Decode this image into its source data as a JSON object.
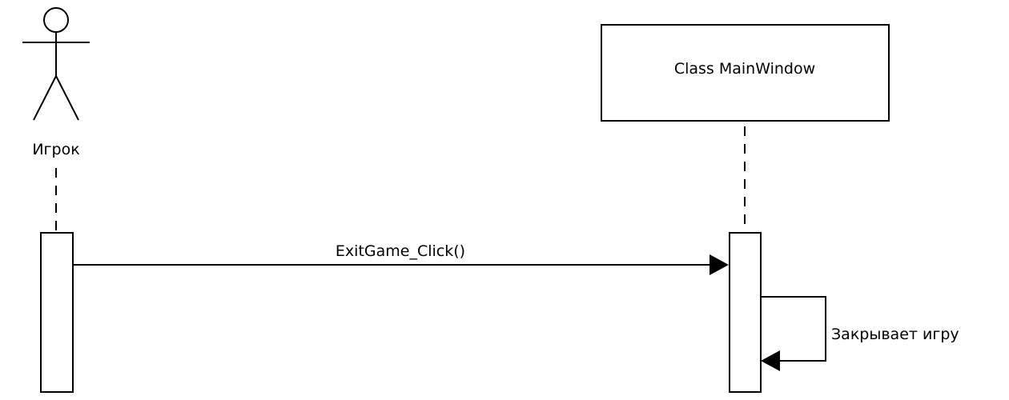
{
  "participants": {
    "actor": {
      "name": "Игрок"
    },
    "object": {
      "name": "Class MainWindow"
    }
  },
  "messages": {
    "call": {
      "label": "ExitGame_Click()"
    },
    "self_call": {
      "label": "Закрывает игру"
    }
  },
  "colors": {
    "line": "#000000",
    "background": "#ffffff"
  }
}
